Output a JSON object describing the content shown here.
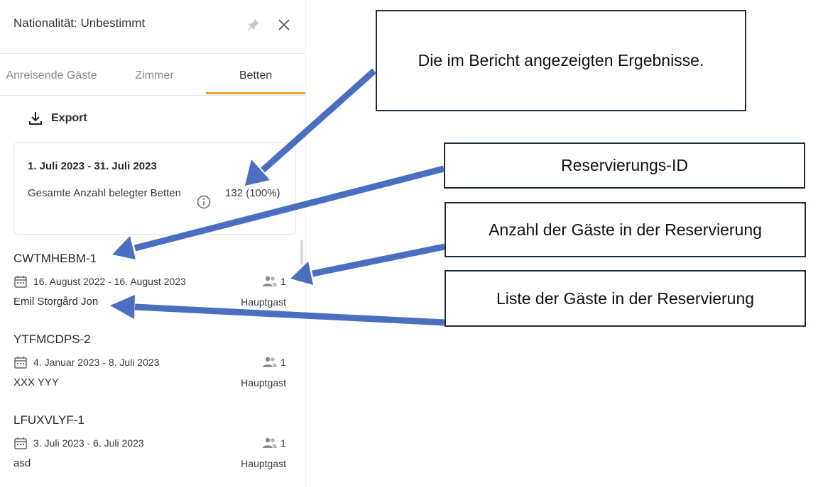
{
  "panel": {
    "title": "Nationalität: Unbestimmt",
    "tabs": [
      "Anreisende Gäste",
      "Zimmer",
      "Betten"
    ],
    "export_label": "Export",
    "summary": {
      "date_range": "1. Juli 2023 - 31. Juli 2023",
      "label": "Gesamte Anzahl belegter Betten",
      "value": "132 (100%)"
    },
    "reservations": [
      {
        "id": "CWTMHEBM-1",
        "dates": "16. August 2022 - 16. August 2023",
        "guests": "1",
        "name": "Emil Storgård Jon",
        "role": "Hauptgast"
      },
      {
        "id": "YTFMCDPS-2",
        "dates": "4. Januar 2023 - 8. Juli 2023",
        "guests": "1",
        "name": "XXX YYY",
        "role": "Hauptgast"
      },
      {
        "id": "LFUXVLYF-1",
        "dates": "3. Juli 2023 - 6. Juli 2023",
        "guests": "1",
        "name": "asd",
        "role": "Hauptgast"
      }
    ]
  },
  "callouts": {
    "results": "Die im Bericht angezeigten Ergebnisse.",
    "reservation_id": "Reservierungs-ID",
    "guest_count": "Anzahl der Gäste in der Reservierung",
    "guest_list": "Liste der Gäste in der Reservierung"
  },
  "colors": {
    "accent_tab": "#f0a23a",
    "arrow": "#4a6fc0",
    "callout_border": "#1f2d3d"
  }
}
